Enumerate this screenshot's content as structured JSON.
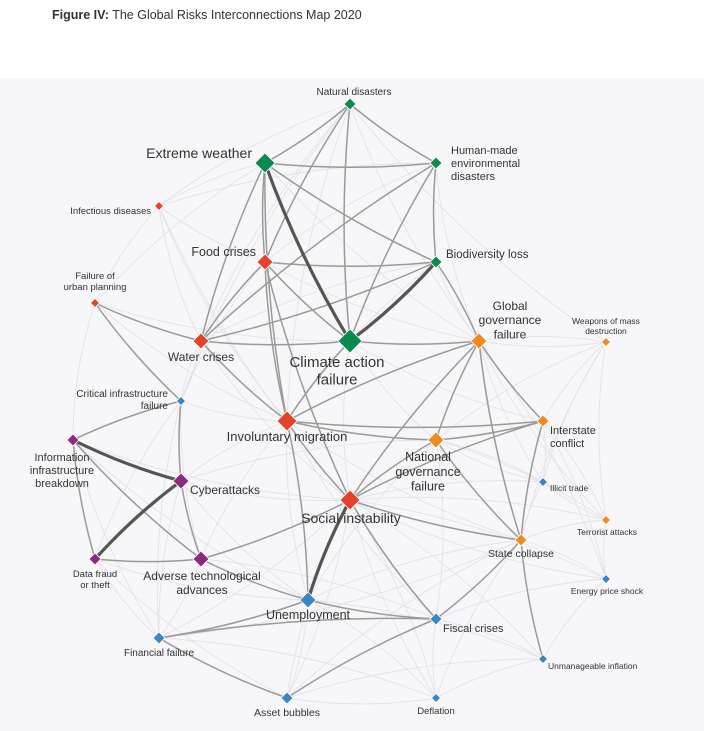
{
  "figure": {
    "label": "Figure IV:",
    "title": "The Global Risks Interconnections Map 2020"
  },
  "colors": {
    "environmental": "#0b8a4f",
    "societal": "#e2432a",
    "geopolitical": "#ef8a1e",
    "technological": "#8e2a7e",
    "economic": "#3a85c4",
    "panel_bg": "#f7f6f9",
    "edge_strong": "#555555",
    "edge_medium": "#9a9a9a",
    "edge_light": "#e4e2e8"
  },
  "nodes": [
    {
      "id": "natural-disasters",
      "lines": [
        "Natural disasters"
      ],
      "category": "environmental",
      "size": "s"
    },
    {
      "id": "extreme-weather",
      "lines": [
        "Extreme weather"
      ],
      "category": "environmental",
      "size": "l"
    },
    {
      "id": "human-made-env",
      "lines": [
        "Human-made",
        "environmental",
        "disasters"
      ],
      "category": "environmental",
      "size": "s"
    },
    {
      "id": "infectious-diseases",
      "lines": [
        "Infectious diseases"
      ],
      "category": "societal",
      "size": "xs"
    },
    {
      "id": "food-crises",
      "lines": [
        "Food crises"
      ],
      "category": "societal",
      "size": "m"
    },
    {
      "id": "biodiversity-loss",
      "lines": [
        "Biodiversity loss"
      ],
      "category": "environmental",
      "size": "s"
    },
    {
      "id": "urban-planning",
      "lines": [
        "Failure of",
        "urban planning"
      ],
      "category": "societal",
      "size": "xs"
    },
    {
      "id": "water-crises",
      "lines": [
        "Water crises"
      ],
      "category": "societal",
      "size": "m"
    },
    {
      "id": "climate-action",
      "lines": [
        "Climate action",
        "failure"
      ],
      "category": "environmental",
      "size": "xl"
    },
    {
      "id": "global-governance",
      "lines": [
        "Global",
        "governance",
        "failure"
      ],
      "category": "geopolitical",
      "size": "m"
    },
    {
      "id": "weapons",
      "lines": [
        "Weapons of mass",
        "destruction"
      ],
      "category": "geopolitical",
      "size": "xs"
    },
    {
      "id": "critical-infra",
      "lines": [
        "Critical infrastructure",
        "failure"
      ],
      "category": "technological-blue",
      "size": "xs"
    },
    {
      "id": "involuntary-migration",
      "lines": [
        "Involuntary migration"
      ],
      "category": "societal",
      "size": "l"
    },
    {
      "id": "interstate-conflict",
      "lines": [
        "Interstate",
        "conflict"
      ],
      "category": "geopolitical",
      "size": "s"
    },
    {
      "id": "info-infra",
      "lines": [
        "Information",
        "infrastructure",
        "breakdown"
      ],
      "category": "technological",
      "size": "s"
    },
    {
      "id": "national-governance",
      "lines": [
        "National",
        "governance",
        "failure"
      ],
      "category": "geopolitical",
      "size": "m"
    },
    {
      "id": "illicit-trade",
      "lines": [
        "Illicit trade"
      ],
      "category": "economic",
      "size": "xs"
    },
    {
      "id": "cyberattacks",
      "lines": [
        "Cyberattacks"
      ],
      "category": "technological",
      "size": "m"
    },
    {
      "id": "social-instability",
      "lines": [
        "Social instability"
      ],
      "category": "societal",
      "size": "l"
    },
    {
      "id": "terrorist-attacks",
      "lines": [
        "Terrorist attacks"
      ],
      "category": "geopolitical",
      "size": "xs"
    },
    {
      "id": "state-collapse",
      "lines": [
        "State collapse"
      ],
      "category": "geopolitical",
      "size": "s"
    },
    {
      "id": "data-fraud",
      "lines": [
        "Data fraud",
        "or theft"
      ],
      "category": "technological",
      "size": "s"
    },
    {
      "id": "adverse-tech",
      "lines": [
        "Adverse technological",
        "advances"
      ],
      "category": "technological",
      "size": "m"
    },
    {
      "id": "energy-price",
      "lines": [
        "Energy price shock"
      ],
      "category": "economic",
      "size": "xs"
    },
    {
      "id": "unemployment",
      "lines": [
        "Unemployment"
      ],
      "category": "economic",
      "size": "m"
    },
    {
      "id": "fiscal-crises",
      "lines": [
        "Fiscal crises"
      ],
      "category": "economic",
      "size": "s"
    },
    {
      "id": "financial-failure",
      "lines": [
        "Financial failure"
      ],
      "category": "economic",
      "size": "s"
    },
    {
      "id": "unmanageable-inflation",
      "lines": [
        "Unmanageable inflation"
      ],
      "category": "economic",
      "size": "xs"
    },
    {
      "id": "asset-bubbles",
      "lines": [
        "Asset bubbles"
      ],
      "category": "economic",
      "size": "s"
    },
    {
      "id": "deflation",
      "lines": [
        "Deflation"
      ],
      "category": "economic",
      "size": "xs"
    }
  ],
  "edges_strong": [
    [
      "extreme-weather",
      "climate-action"
    ],
    [
      "info-infra",
      "cyberattacks"
    ],
    [
      "cyberattacks",
      "data-fraud"
    ],
    [
      "climate-action",
      "biodiversity-loss"
    ],
    [
      "social-instability",
      "unemployment"
    ]
  ],
  "edges_medium": [
    [
      "extreme-weather",
      "food-crises"
    ],
    [
      "extreme-weather",
      "water-crises"
    ],
    [
      "extreme-weather",
      "involuntary-migration"
    ],
    [
      "extreme-weather",
      "natural-disasters"
    ],
    [
      "extreme-weather",
      "human-made-env"
    ],
    [
      "extreme-weather",
      "biodiversity-loss"
    ],
    [
      "natural-disasters",
      "human-made-env"
    ],
    [
      "natural-disasters",
      "climate-action"
    ],
    [
      "natural-disasters",
      "food-crises"
    ],
    [
      "human-made-env",
      "biodiversity-loss"
    ],
    [
      "human-made-env",
      "climate-action"
    ],
    [
      "human-made-env",
      "water-crises"
    ],
    [
      "food-crises",
      "water-crises"
    ],
    [
      "food-crises",
      "climate-action"
    ],
    [
      "food-crises",
      "involuntary-migration"
    ],
    [
      "food-crises",
      "social-instability"
    ],
    [
      "food-crises",
      "biodiversity-loss"
    ],
    [
      "water-crises",
      "climate-action"
    ],
    [
      "water-crises",
      "involuntary-migration"
    ],
    [
      "water-crises",
      "biodiversity-loss"
    ],
    [
      "climate-action",
      "global-governance"
    ],
    [
      "climate-action",
      "involuntary-migration"
    ],
    [
      "urban-planning",
      "critical-infra"
    ],
    [
      "urban-planning",
      "water-crises"
    ],
    [
      "global-governance",
      "national-governance"
    ],
    [
      "global-governance",
      "interstate-conflict"
    ],
    [
      "global-governance",
      "state-collapse"
    ],
    [
      "global-governance",
      "social-instability"
    ],
    [
      "global-governance",
      "involuntary-migration"
    ],
    [
      "global-governance",
      "biodiversity-loss"
    ],
    [
      "involuntary-migration",
      "social-instability"
    ],
    [
      "involuntary-migration",
      "national-governance"
    ],
    [
      "involuntary-migration",
      "interstate-conflict"
    ],
    [
      "national-governance",
      "social-instability"
    ],
    [
      "national-governance",
      "state-collapse"
    ],
    [
      "national-governance",
      "interstate-conflict"
    ],
    [
      "interstate-conflict",
      "state-collapse"
    ],
    [
      "interstate-conflict",
      "social-instability"
    ],
    [
      "info-infra",
      "adverse-tech"
    ],
    [
      "info-infra",
      "data-fraud"
    ],
    [
      "cyberattacks",
      "adverse-tech"
    ],
    [
      "critical-infra",
      "cyberattacks"
    ],
    [
      "critical-infra",
      "info-infra"
    ],
    [
      "adverse-tech",
      "unemployment"
    ],
    [
      "adverse-tech",
      "social-instability"
    ],
    [
      "data-fraud",
      "adverse-tech"
    ],
    [
      "social-instability",
      "state-collapse"
    ],
    [
      "social-instability",
      "fiscal-crises"
    ],
    [
      "unemployment",
      "fiscal-crises"
    ],
    [
      "unemployment",
      "involuntary-migration"
    ],
    [
      "fiscal-crises",
      "financial-failure"
    ],
    [
      "fiscal-crises",
      "state-collapse"
    ],
    [
      "fiscal-crises",
      "asset-bubbles"
    ],
    [
      "financial-failure",
      "asset-bubbles"
    ],
    [
      "financial-failure",
      "unemployment"
    ],
    [
      "state-collapse",
      "unmanageable-inflation"
    ]
  ],
  "edges_light": [
    [
      "natural-disasters",
      "infectious-diseases"
    ],
    [
      "natural-disasters",
      "water-crises"
    ],
    [
      "natural-disasters",
      "global-governance"
    ],
    [
      "natural-disasters",
      "weapons"
    ],
    [
      "natural-disasters",
      "critical-infra"
    ],
    [
      "natural-disasters",
      "involuntary-migration"
    ],
    [
      "extreme-weather",
      "infectious-diseases"
    ],
    [
      "extreme-weather",
      "urban-planning"
    ],
    [
      "extreme-weather",
      "global-governance"
    ],
    [
      "human-made-env",
      "global-governance"
    ],
    [
      "human-made-env",
      "food-crises"
    ],
    [
      "human-made-env",
      "infectious-diseases"
    ],
    [
      "infectious-diseases",
      "food-crises"
    ],
    [
      "infectious-diseases",
      "water-crises"
    ],
    [
      "infectious-diseases",
      "urban-planning"
    ],
    [
      "infectious-diseases",
      "involuntary-migration"
    ],
    [
      "infectious-diseases",
      "social-instability"
    ],
    [
      "urban-planning",
      "info-infra"
    ],
    [
      "urban-planning",
      "involuntary-migration"
    ],
    [
      "urban-planning",
      "climate-action"
    ],
    [
      "weapons",
      "global-governance"
    ],
    [
      "weapons",
      "interstate-conflict"
    ],
    [
      "weapons",
      "terrorist-attacks"
    ],
    [
      "weapons",
      "state-collapse"
    ],
    [
      "weapons",
      "national-governance"
    ],
    [
      "weapons",
      "illicit-trade"
    ],
    [
      "critical-infra",
      "adverse-tech"
    ],
    [
      "critical-infra",
      "data-fraud"
    ],
    [
      "critical-infra",
      "water-crises"
    ],
    [
      "critical-infra",
      "financial-failure"
    ],
    [
      "critical-infra",
      "involuntary-migration"
    ],
    [
      "info-infra",
      "financial-failure"
    ],
    [
      "info-infra",
      "unemployment"
    ],
    [
      "info-infra",
      "social-instability"
    ],
    [
      "cyberattacks",
      "financial-failure"
    ],
    [
      "cyberattacks",
      "social-instability"
    ],
    [
      "cyberattacks",
      "unemployment"
    ],
    [
      "data-fraud",
      "financial-failure"
    ],
    [
      "data-fraud",
      "asset-bubbles"
    ],
    [
      "data-fraud",
      "unemployment"
    ],
    [
      "illicit-trade",
      "terrorist-attacks"
    ],
    [
      "illicit-trade",
      "state-collapse"
    ],
    [
      "illicit-trade",
      "national-governance"
    ],
    [
      "illicit-trade",
      "interstate-conflict"
    ],
    [
      "illicit-trade",
      "social-instability"
    ],
    [
      "terrorist-attacks",
      "interstate-conflict"
    ],
    [
      "terrorist-attacks",
      "state-collapse"
    ],
    [
      "terrorist-attacks",
      "social-instability"
    ],
    [
      "terrorist-attacks",
      "national-governance"
    ],
    [
      "terrorist-attacks",
      "energy-price"
    ],
    [
      "energy-price",
      "interstate-conflict"
    ],
    [
      "energy-price",
      "fiscal-crises"
    ],
    [
      "energy-price",
      "unmanageable-inflation"
    ],
    [
      "energy-price",
      "state-collapse"
    ],
    [
      "energy-price",
      "social-instability"
    ],
    [
      "energy-price",
      "global-governance"
    ],
    [
      "unmanageable-inflation",
      "fiscal-crises"
    ],
    [
      "unmanageable-inflation",
      "social-instability"
    ],
    [
      "unmanageable-inflation",
      "deflation"
    ],
    [
      "unmanageable-inflation",
      "asset-bubbles"
    ],
    [
      "unmanageable-inflation",
      "unemployment"
    ],
    [
      "fiscal-crises",
      "deflation"
    ],
    [
      "fiscal-crises",
      "national-governance"
    ],
    [
      "fiscal-crises",
      "adverse-tech"
    ],
    [
      "asset-bubbles",
      "deflation"
    ],
    [
      "asset-bubbles",
      "unemployment"
    ],
    [
      "asset-bubbles",
      "social-instability"
    ],
    [
      "deflation",
      "unemployment"
    ],
    [
      "deflation",
      "financial-failure"
    ],
    [
      "deflation",
      "social-instability"
    ],
    [
      "financial-failure",
      "social-instability"
    ],
    [
      "financial-failure",
      "adverse-tech"
    ],
    [
      "financial-failure",
      "state-collapse"
    ],
    [
      "state-collapse",
      "unemployment"
    ],
    [
      "state-collapse",
      "deflation"
    ],
    [
      "state-collapse",
      "asset-bubbles"
    ],
    [
      "global-governance",
      "terrorist-attacks"
    ],
    [
      "global-governance",
      "illicit-trade"
    ],
    [
      "global-governance",
      "weapons"
    ],
    [
      "involuntary-migration",
      "cyberattacks"
    ],
    [
      "involuntary-migration",
      "adverse-tech"
    ],
    [
      "involuntary-migration",
      "unemployment"
    ],
    [
      "involuntary-migration",
      "fiscal-crises"
    ],
    [
      "involuntary-migration",
      "state-collapse"
    ],
    [
      "climate-action",
      "national-governance"
    ],
    [
      "climate-action",
      "social-instability"
    ],
    [
      "climate-action",
      "interstate-conflict"
    ],
    [
      "biodiversity-loss",
      "global-governance"
    ],
    [
      "biodiversity-loss",
      "involuntary-migration"
    ],
    [
      "biodiversity-loss",
      "water-crises"
    ],
    [
      "national-governance",
      "unemployment"
    ],
    [
      "national-governance",
      "cyberattacks"
    ],
    [
      "national-governance",
      "illicit-trade"
    ],
    [
      "social-instability",
      "asset-bubbles"
    ],
    [
      "social-instability",
      "deflation"
    ],
    [
      "social-instability",
      "energy-price"
    ],
    [
      "cyberattacks",
      "data-fraud"
    ],
    [
      "water-crises",
      "critical-infra"
    ],
    [
      "water-crises",
      "social-instability"
    ],
    [
      "food-crises",
      "global-governance"
    ],
    [
      "food-crises",
      "critical-infra"
    ]
  ]
}
